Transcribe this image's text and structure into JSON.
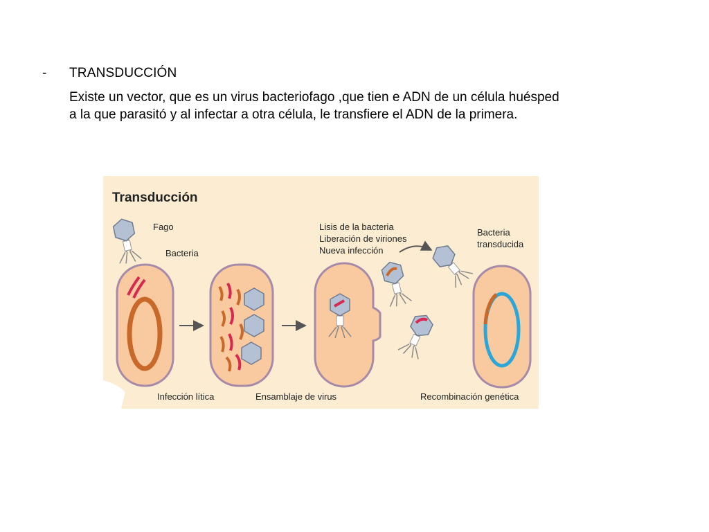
{
  "slide": {
    "bullet": "-",
    "heading": "TRANSDUCCIÓN",
    "body_lines": [
      "Existe un vector, que es un virus bacteriofago ,que tien e ADN de un célula huésped",
      "a la que parasitó y al infectar a otra célula, le transfiere el ADN de la primera."
    ]
  },
  "figure": {
    "title": "Transducción",
    "labels": {
      "fago": "Fago",
      "bacteria": "Bacteria",
      "lisis_1": "Lisis de la bacteria",
      "lisis_2": "Liberación de viriones",
      "lisis_3": "Nueva infección",
      "transducida_1": "Bacteria",
      "transducida_2": "transducida",
      "infeccion": "Infección lítica",
      "ensamblaje": "Ensamblaje de virus",
      "recombinacion": "Recombinación genética"
    },
    "colors": {
      "background": "#fbecd2",
      "cell_fill": "#f9c9a0",
      "cell_outline": "#a68aa8",
      "bacterial_dna": "#c8692a",
      "phage_dna": "#d6294f",
      "recombined_dna": "#2aa6d9",
      "phage_head": "#b4c0d4"
    }
  }
}
